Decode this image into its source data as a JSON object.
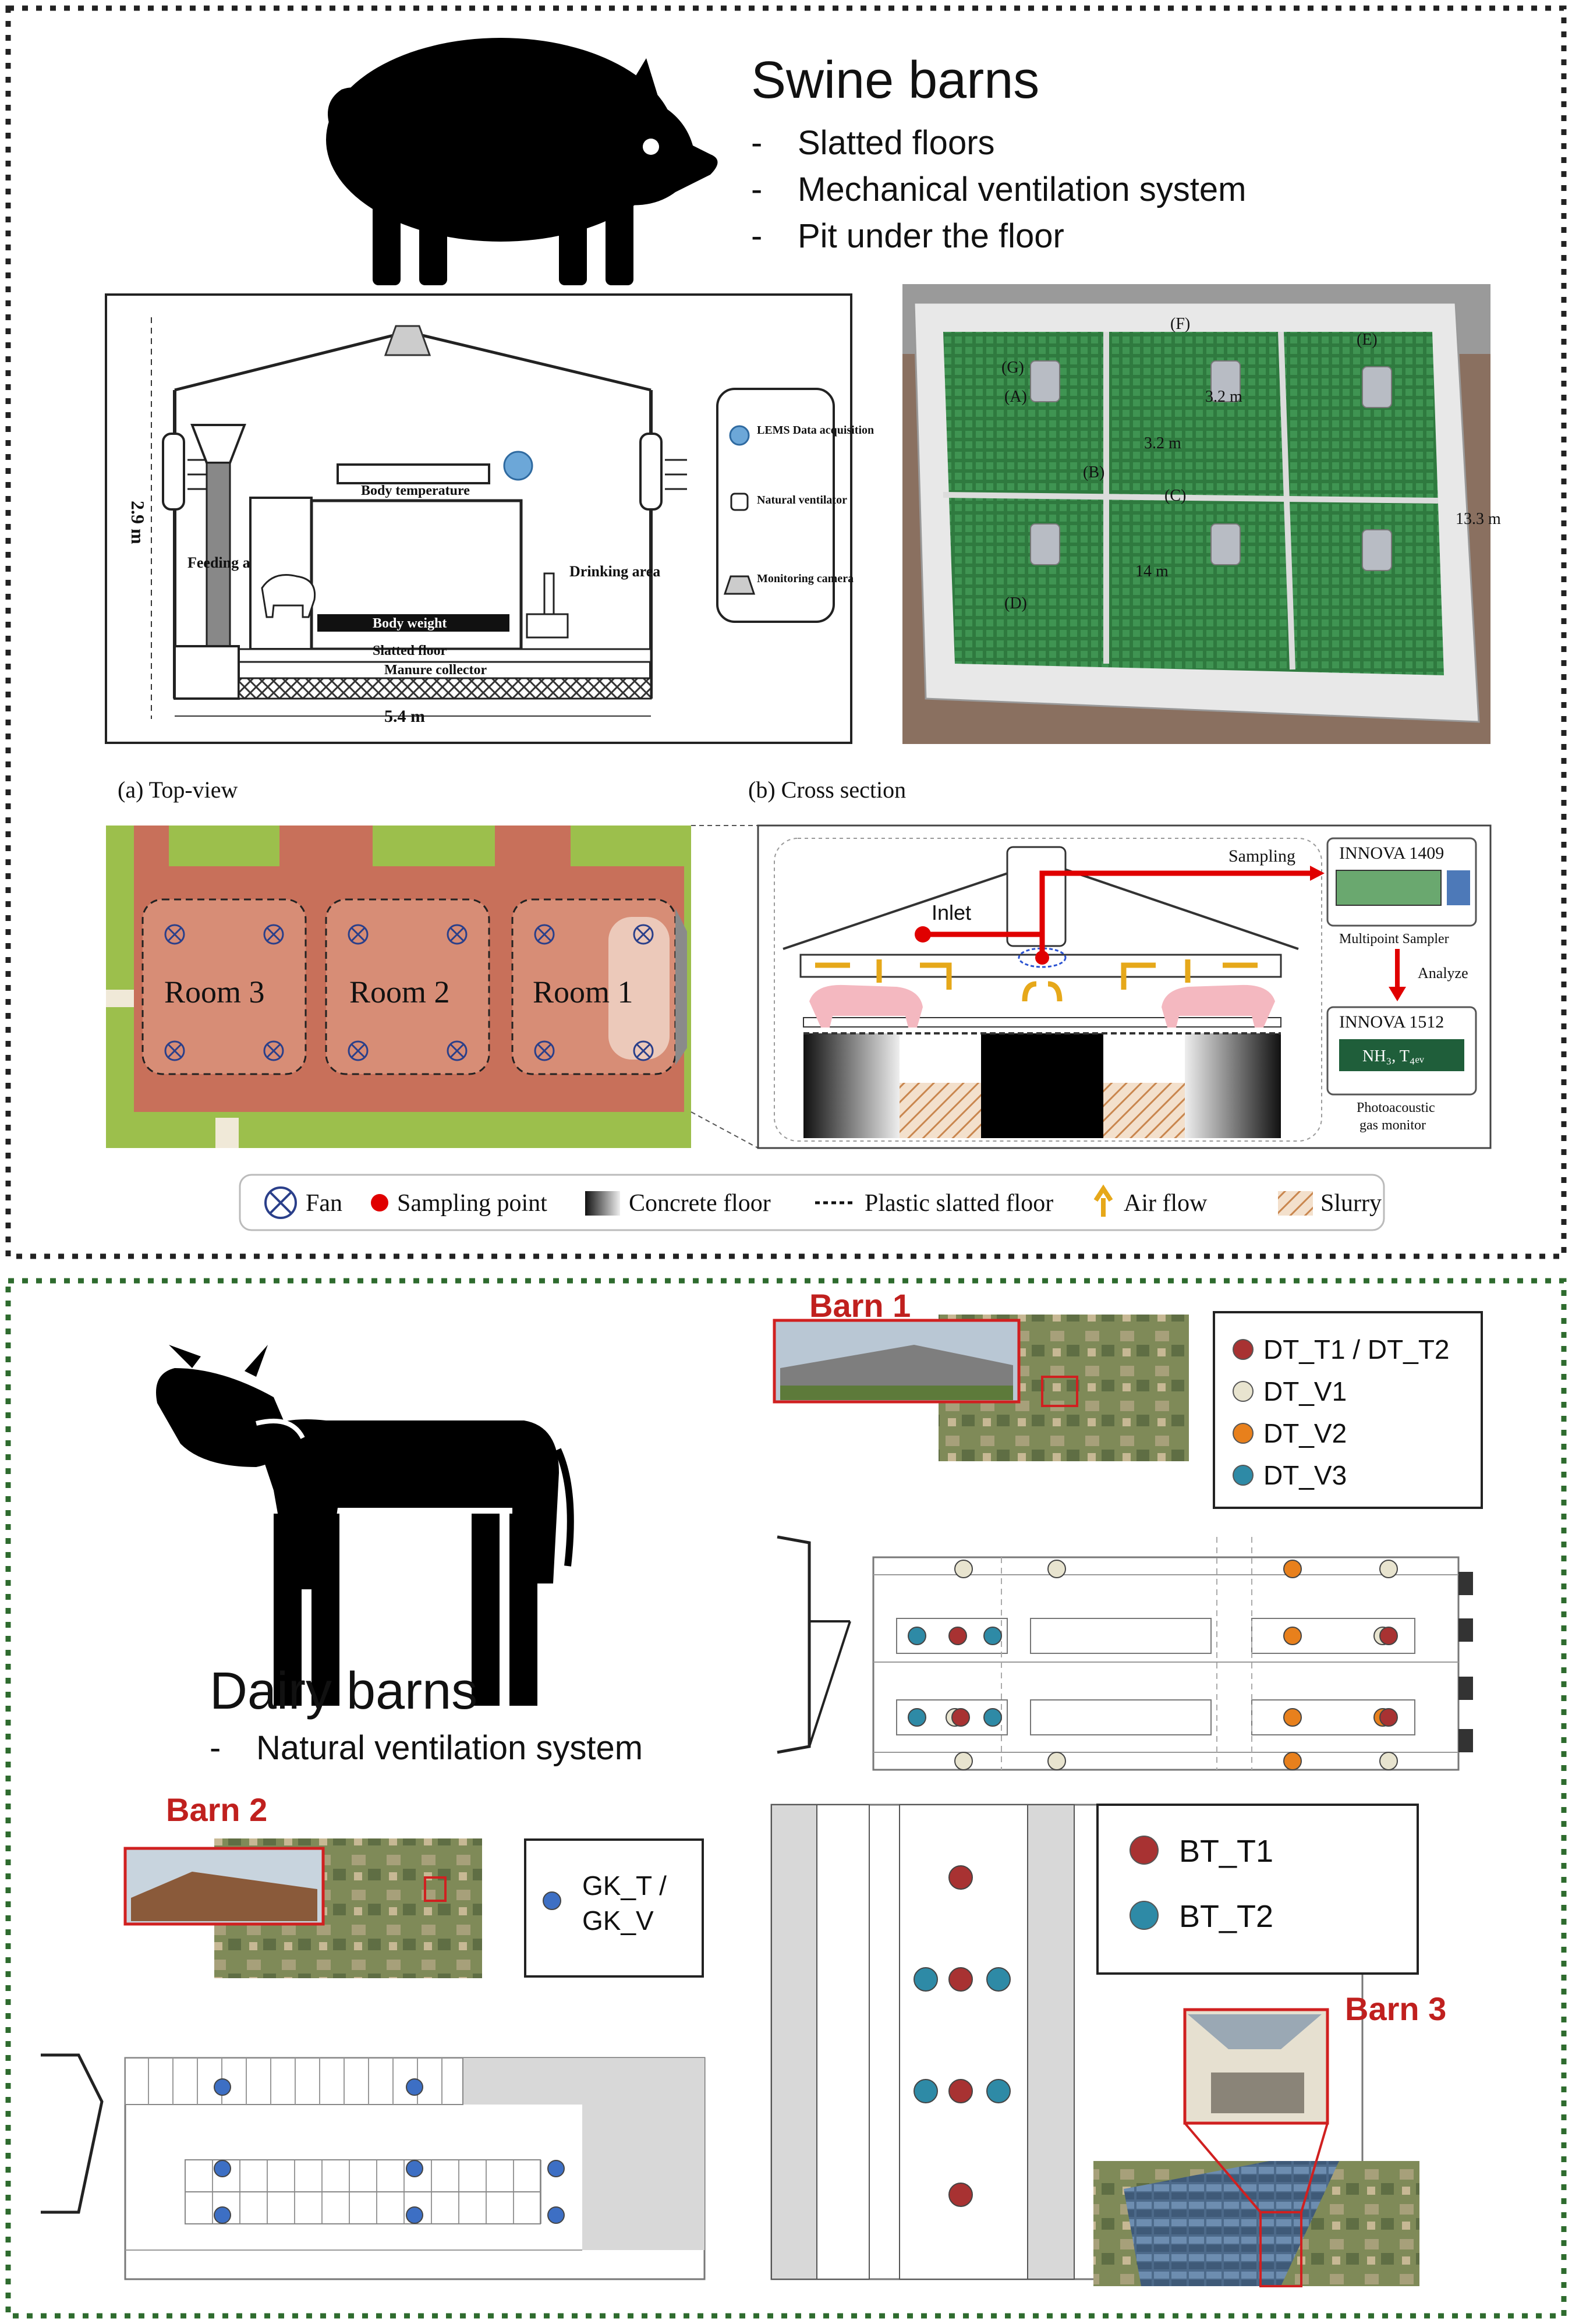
{
  "swine": {
    "title": "Swine barns",
    "bullets": [
      "Slatted floors",
      "Mechanical ventilation system",
      "Pit under the floor"
    ],
    "schematic": {
      "height_label": "2.9 m",
      "width_label": "5.4 m",
      "body_temperature": "Body temperature",
      "body_weight": "Body weight",
      "feeding_area": "Feeding area",
      "drinking_area": "Drinking area",
      "slatted_floor": "Slatted floor",
      "manure_collector": "Manure collector",
      "legend": [
        "LEMS Data acquisition",
        "Natural ventilator",
        "Monitoring camera"
      ]
    },
    "render3d": {
      "labels": [
        "(A)",
        "(B)",
        "(C)",
        "(D)",
        "(E)",
        "(F)",
        "(G)"
      ],
      "dims": [
        "3.2 m",
        "3.2 m",
        "14 m",
        "13.3 m"
      ]
    },
    "caption_a": "(a) Top-view",
    "caption_b": "(b) Cross section",
    "rooms": [
      "Room 3",
      "Room 2",
      "Room 1"
    ],
    "cross": {
      "inlet": "Inlet",
      "sampling": "Sampling",
      "analyze": "Analyze",
      "innova1": "INNOVA 1409",
      "sampler": "Multipoint Sampler",
      "innova2": "INNOVA 1512",
      "readout": "NH₃, T₄ₑᵥ",
      "monitor1": "Photoacoustic",
      "monitor2": "gas monitor"
    },
    "legend": [
      "Fan",
      "Sampling point",
      "Concrete floor",
      "Plastic slatted floor",
      "Air flow",
      "Slurry"
    ]
  },
  "dairy": {
    "title": "Dairy barns",
    "bullets": [
      "Natural ventilation system"
    ],
    "barn1": {
      "label": "Barn 1",
      "legend": [
        {
          "name": "DT_T1 / DT_T2",
          "color": "#a83232"
        },
        {
          "name": "DT_V1",
          "color": "#e8e4cf"
        },
        {
          "name": "DT_V2",
          "color": "#e8801c"
        },
        {
          "name": "DT_V3",
          "color": "#2e8aa6"
        }
      ]
    },
    "barn2": {
      "label": "Barn 2",
      "legend_line1": "GK_T /",
      "legend_line2": "GK_V",
      "legend_color": "#3d6fc4"
    },
    "barn3": {
      "label": "Barn 3",
      "legend": [
        {
          "name": "BT_T1",
          "color": "#a83232"
        },
        {
          "name": "BT_T2",
          "color": "#2e8aa6"
        }
      ]
    }
  },
  "colors": {
    "swine_border": "#222222",
    "dairy_border": "#2e6b2e",
    "barn_label": "#c0201e",
    "pig_pink": "#f4b8c0",
    "topview_red": "#c8705a",
    "topview_green": "#9cbf4c",
    "airflow": "#e6a81a",
    "sampling": "#e00000"
  }
}
